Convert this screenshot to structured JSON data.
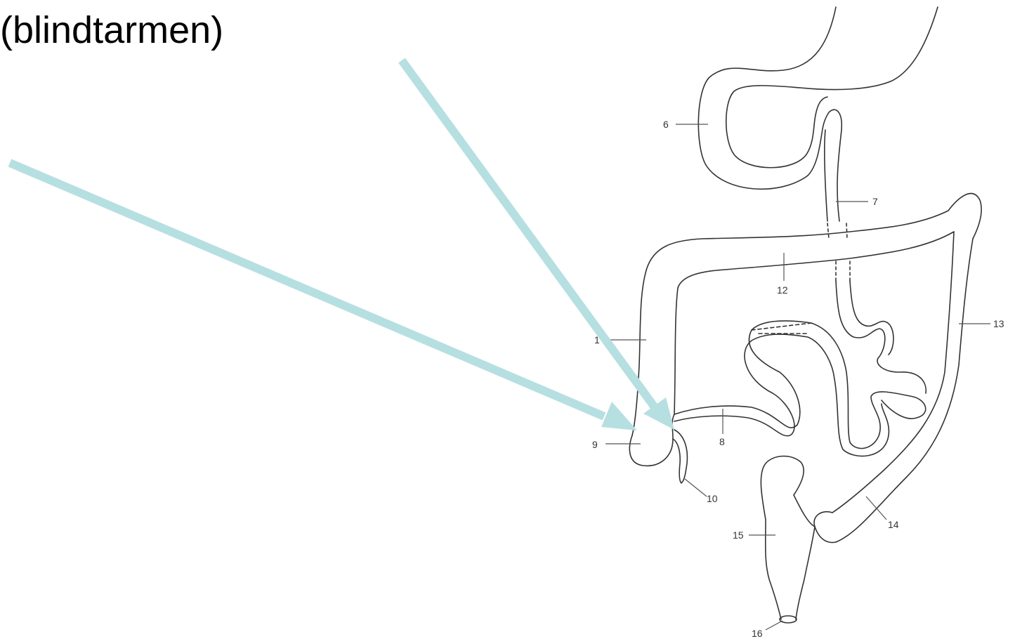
{
  "heading": "(blindtarmen)",
  "colors": {
    "arrow": "#b6dfe1",
    "outline": "#333333",
    "leader": "#555555",
    "background": "#ffffff"
  },
  "diagram": {
    "labels": {
      "l1": "1",
      "l6": "6",
      "l7": "7",
      "l8": "8",
      "l9": "9",
      "l10": "10",
      "l12": "12",
      "l13": "13",
      "l14": "14",
      "l15": "15",
      "l16": "16"
    }
  }
}
